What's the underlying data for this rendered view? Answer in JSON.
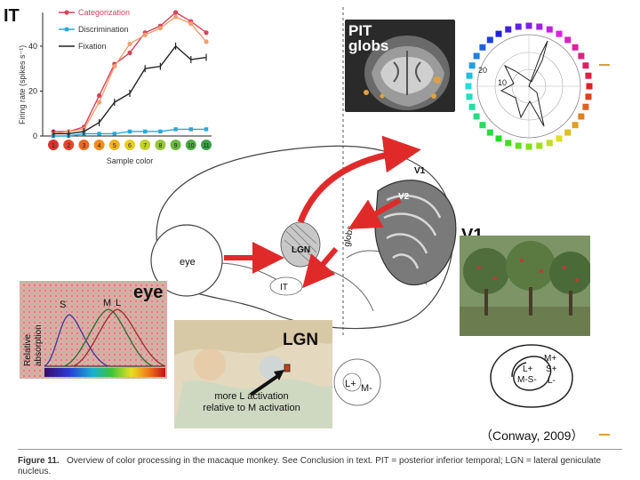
{
  "it_chart": {
    "panel_label": "IT",
    "ylabel": "Firing rate (spikes s⁻¹)",
    "xlabel": "Sample color",
    "yticks": [
      "0",
      "20",
      "40"
    ],
    "legend": [
      "Categorization",
      "Discrimination",
      "Fixation"
    ],
    "colors": {
      "categorization": "#d6435a",
      "categorization_light": "#f0a070",
      "discrimination": "#2aa7d8",
      "fixation": "#222222"
    }
  },
  "chart_data": {
    "type": "line",
    "x": [
      1,
      2,
      3,
      4,
      5,
      6,
      7,
      8,
      9,
      10,
      11
    ],
    "xlabel": "Sample color",
    "ylabel": "Firing rate (spikes s⁻¹)",
    "ylim": [
      0,
      55
    ],
    "series": [
      {
        "name": "Categorization",
        "values": [
          2,
          2,
          4,
          18,
          32,
          37,
          46,
          49,
          55,
          51,
          46
        ]
      },
      {
        "name": "Categorization",
        "values": [
          1,
          2,
          3,
          15,
          31,
          41,
          45,
          48,
          53,
          50,
          42
        ]
      },
      {
        "name": "Discrimination",
        "values": [
          0,
          0,
          1,
          1,
          1,
          2,
          2,
          2,
          3,
          3,
          3
        ]
      },
      {
        "name": "Fixation",
        "values": [
          1,
          1,
          2,
          6,
          15,
          19,
          30,
          31,
          40,
          34,
          35
        ]
      }
    ]
  },
  "sample_colors": [
    "1",
    "2",
    "3",
    "4",
    "5",
    "6",
    "7",
    "8",
    "9",
    "10",
    "11"
  ],
  "sample_color_hex": [
    "#d6322f",
    "#e0462c",
    "#ea6a23",
    "#f08e1d",
    "#f2b21b",
    "#e8cf20",
    "#c3d22a",
    "#96c63a",
    "#6bb940",
    "#4fae44",
    "#3aa346"
  ],
  "pit": {
    "title_line1": "PIT",
    "title_line2": "globs"
  },
  "polar": {
    "ticks": [
      "20",
      "10"
    ]
  },
  "brain": {
    "labels": {
      "v1": "V1",
      "v2": "V2",
      "globs": "globs",
      "lgn": "LGN",
      "it": "IT",
      "eye": "eye"
    }
  },
  "v1_panel": {
    "label": "V1",
    "diagram": {
      "outer": [
        "M+",
        "S+",
        "L-"
      ],
      "inner": [
        "L+",
        "M-S-"
      ]
    }
  },
  "eye_panel": {
    "label": "eye",
    "ylabel_line1": "Relative",
    "ylabel_line2": "absorption",
    "curves": [
      "S",
      "M",
      "L"
    ]
  },
  "lgn_panel": {
    "label": "LGN",
    "caption_line1": "more L activation",
    "caption_line2": "relative to M activation",
    "cell": {
      "center": "L+",
      "surround": "M-"
    }
  },
  "citation": "（Conway, 2009）",
  "caption": {
    "bold": "Figure 11.",
    "text": "Overview of color processing in the macaque monkey. See Conclusion in text. PIT = posterior inferior temporal; LGN = lateral geniculate nucleus."
  }
}
